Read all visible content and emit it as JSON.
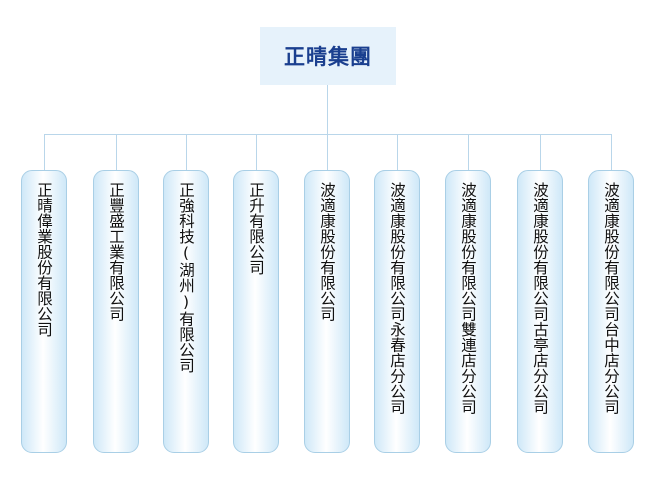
{
  "root": {
    "title": "正晴集團"
  },
  "children": [
    {
      "label": "正晴偉業股份有限公司"
    },
    {
      "label": "正豐盛工業有限公司"
    },
    {
      "label": "正強科技(湖州)有限公司"
    },
    {
      "label": "正升有限公司"
    },
    {
      "label": "波適康股份有限公司"
    },
    {
      "label": "波適康股份有限公司永春店分公司"
    },
    {
      "label": "波適康股份有限公司雙連店分公司"
    },
    {
      "label": "波適康股份有限公司古亭店分公司"
    },
    {
      "label": "波適康股份有限公司台中店分公司"
    }
  ],
  "colors": {
    "root_fill": "#e6f2fb",
    "root_text": "#1a3f8f",
    "connector": "#b9d6ea",
    "node_border": "#a9cfe6",
    "node_edge": "#cfe8f8"
  }
}
